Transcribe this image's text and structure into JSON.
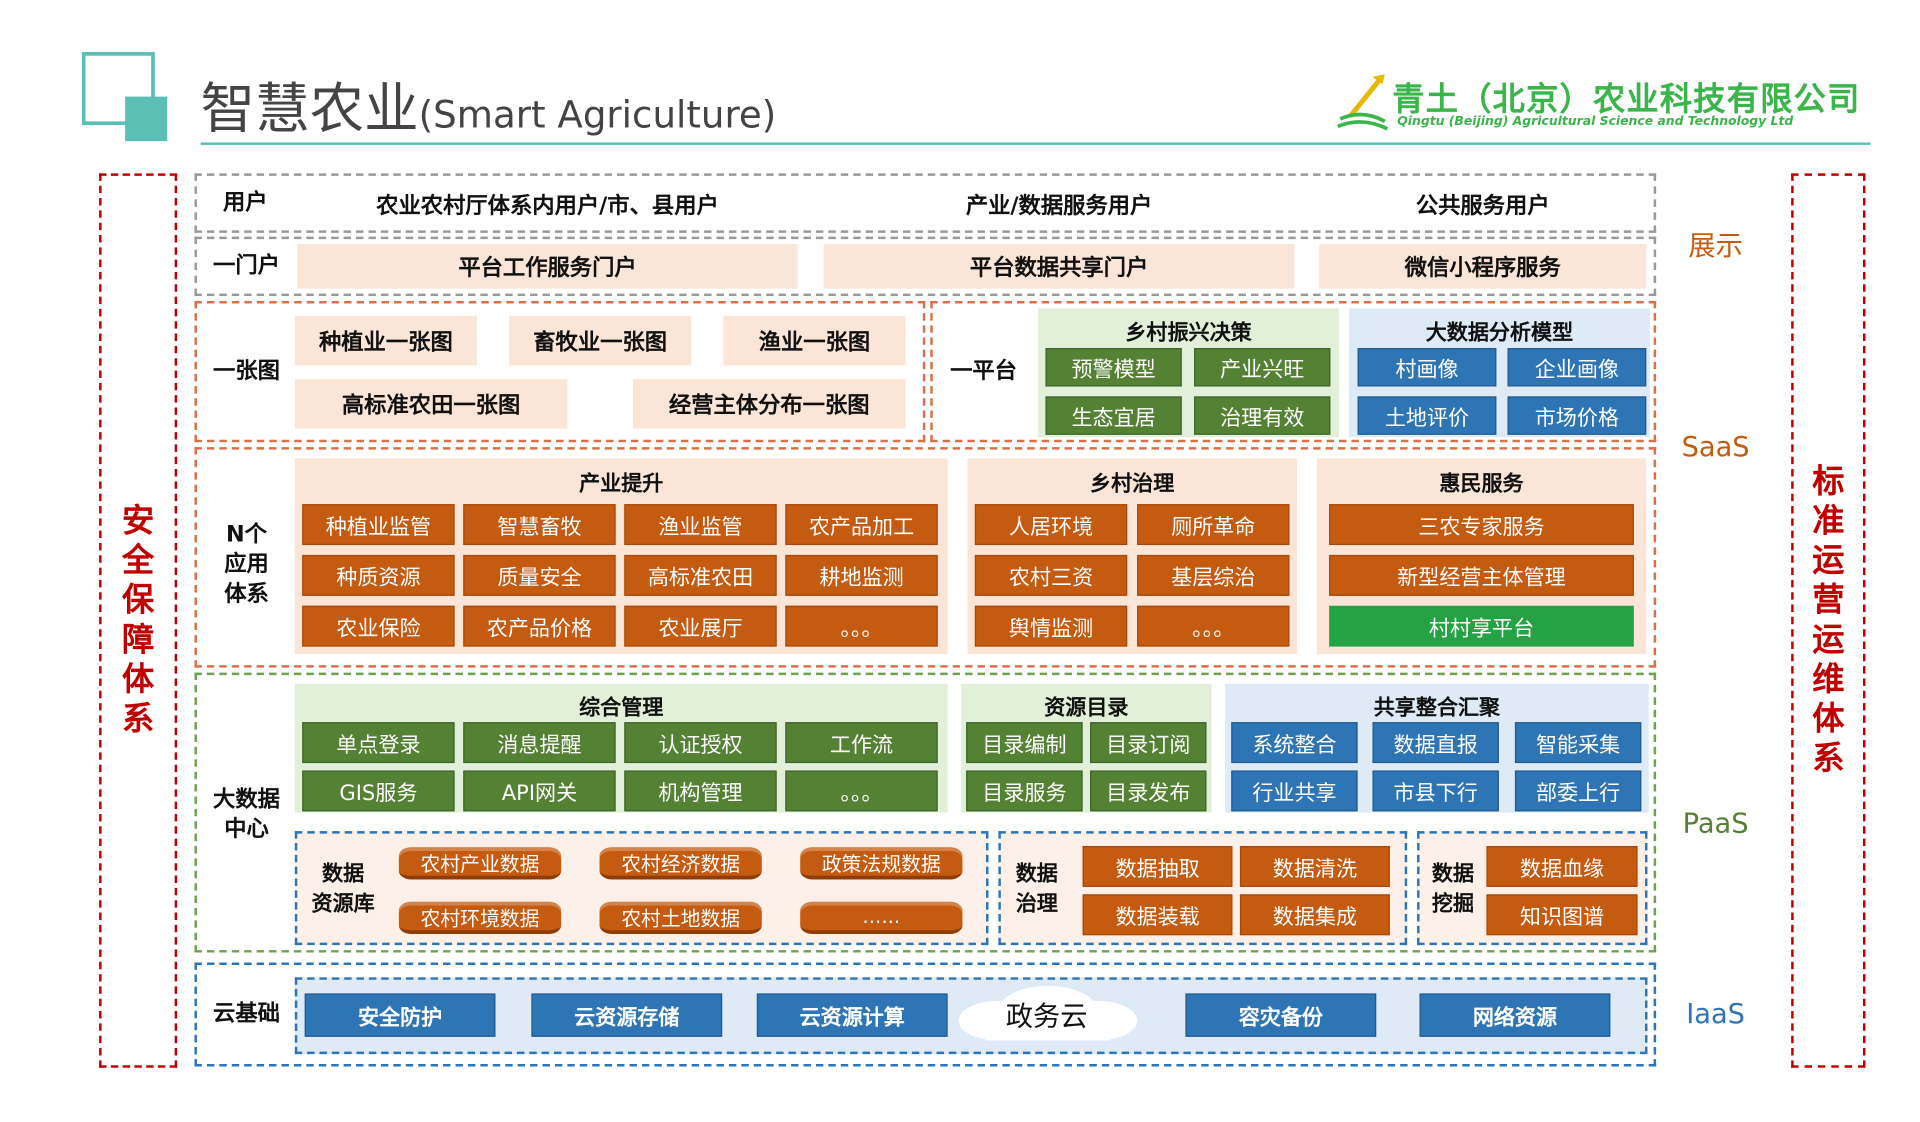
{
  "header": {
    "title": "智慧农业",
    "title_en": "(Smart Agriculture)",
    "company_cn": "青土（北京）农业科技有限公司",
    "company_en": "Qingtu (Beijing) Agricultural Science and Technology Ltd"
  },
  "side_left": "安全保障体系",
  "side_right": "标准运营运维体系",
  "tiers": {
    "display": "展示",
    "saas": "SaaS",
    "paas": "PaaS",
    "iaas": "IaaS"
  },
  "users": {
    "label": "用户",
    "items": [
      "农业农村厅体系内用户/市、县用户",
      "产业/数据服务用户",
      "公共服务用户"
    ]
  },
  "portal": {
    "label": "一门户",
    "items": [
      "平台工作服务门户",
      "平台数据共享门户",
      "微信小程序服务"
    ]
  },
  "one_map": {
    "label": "一张图",
    "items": [
      "种植业一张图",
      "畜牧业一张图",
      "渔业一张图",
      "高标准农田一张图",
      "经营主体分布一张图"
    ]
  },
  "one_platform": {
    "label": "一平台",
    "rural": {
      "title": "乡村振兴决策",
      "items": [
        "预警模型",
        "产业兴旺",
        "生态宜居",
        "治理有效"
      ]
    },
    "bigdata": {
      "title": "大数据分析模型",
      "items": [
        "村画像",
        "企业画像",
        "土地评价",
        "市场价格"
      ]
    }
  },
  "n_apps": {
    "label_lines": [
      "N个",
      "应用",
      "体系"
    ],
    "industry": {
      "title": "产业提升",
      "items": [
        "种植业监管",
        "智慧畜牧",
        "渔业监管",
        "农产品加工",
        "种质资源",
        "质量安全",
        "高标准农田",
        "耕地监测",
        "农业保险",
        "农产品价格",
        "农业展厅",
        "。。。"
      ]
    },
    "governance": {
      "title": "乡村治理",
      "items": [
        "人居环境",
        "厕所革命",
        "农村三资",
        "基层综治",
        "舆情监测",
        "。。。"
      ]
    },
    "services": {
      "title": "惠民服务",
      "items": [
        "三农专家服务",
        "新型经营主体管理",
        "村村享平台"
      ]
    }
  },
  "bigdata_center": {
    "label_lines": [
      "大数据",
      "中心"
    ],
    "management": {
      "title": "综合管理",
      "items": [
        "单点登录",
        "消息提醒",
        "认证授权",
        "工作流",
        "GIS服务",
        "API网关",
        "机构管理",
        "。。。"
      ]
    },
    "catalog": {
      "title": "资源目录",
      "items": [
        "目录编制",
        "目录订阅",
        "目录服务",
        "目录发布"
      ]
    },
    "sharing": {
      "title": "共享整合汇聚",
      "items": [
        "系统整合",
        "数据直报",
        "智能采集",
        "行业共享",
        "市县下行",
        "部委上行"
      ]
    },
    "repository": {
      "label_lines": [
        "数据",
        "资源库"
      ],
      "items": [
        "农村产业数据",
        "农村经济数据",
        "政策法规数据",
        "农村环境数据",
        "农村土地数据",
        "......"
      ]
    },
    "governance": {
      "label_lines": [
        "数据",
        "治理"
      ],
      "items": [
        "数据抽取",
        "数据清洗",
        "数据装载",
        "数据集成"
      ]
    },
    "mining": {
      "label_lines": [
        "数据",
        "挖掘"
      ],
      "items": [
        "数据血缘",
        "知识图谱"
      ]
    }
  },
  "cloud": {
    "label": "云基础",
    "items": [
      "安全防护",
      "云资源存储",
      "云资源计算",
      "政务云",
      "容灾备份",
      "网络资源"
    ]
  }
}
